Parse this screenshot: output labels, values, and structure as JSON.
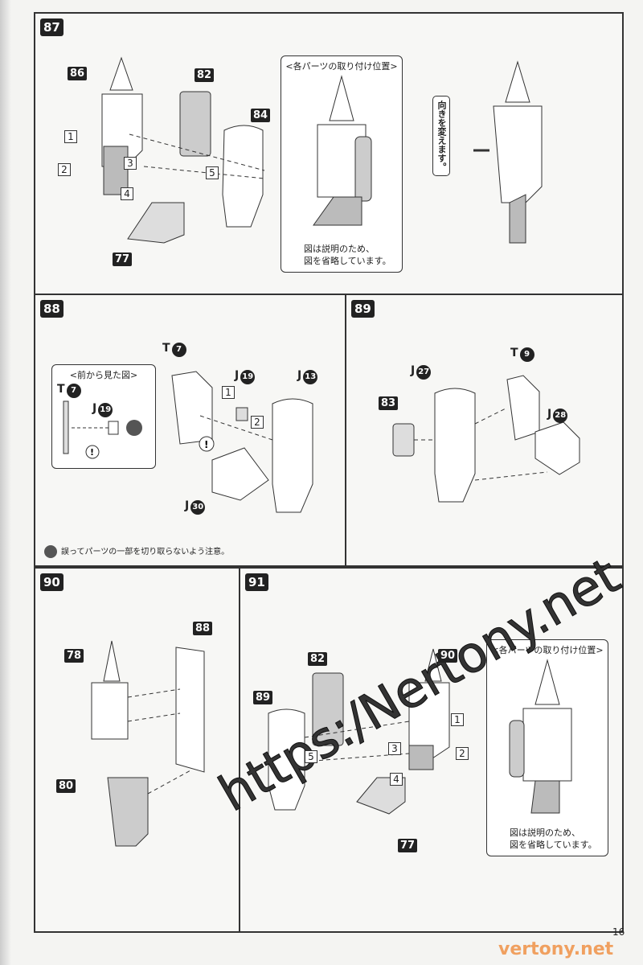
{
  "page_number": "16",
  "watermark": "https:/Nertony.net",
  "watermark_footer": "vertony.net",
  "steps": {
    "s87": {
      "number": "87",
      "parts": [
        "86",
        "82",
        "84",
        "77"
      ],
      "order": [
        "1",
        "2",
        "3",
        "4",
        "5"
      ],
      "box_title": "<各パーツの取り付け位置>",
      "box_note_1": "図は説明のため、",
      "box_note_2": "図を省略しています。",
      "turn_note": "向きを変えます。"
    },
    "s88": {
      "number": "88",
      "runner_T": "T",
      "runner_T_num": "7",
      "runner_J": "J",
      "j19": "19",
      "j13": "13",
      "j30": "30",
      "order": [
        "1",
        "2"
      ],
      "inset_title": "<前から見た図>",
      "caution": "誤ってパーツの一部を切り取らないよう注意。"
    },
    "s89": {
      "number": "89",
      "part": "83",
      "runner_J": "J",
      "runner_T": "T",
      "j27": "27",
      "t9": "9",
      "j28": "28"
    },
    "s90": {
      "number": "90",
      "parts": [
        "78",
        "88",
        "80"
      ]
    },
    "s91": {
      "number": "91",
      "parts": [
        "82",
        "90",
        "89",
        "77"
      ],
      "order": [
        "1",
        "2",
        "3",
        "4",
        "5"
      ],
      "box_title": "<各パーツの取り付け位置>",
      "box_note_1": "図は説明のため、",
      "box_note_2": "図を省略しています。"
    }
  }
}
